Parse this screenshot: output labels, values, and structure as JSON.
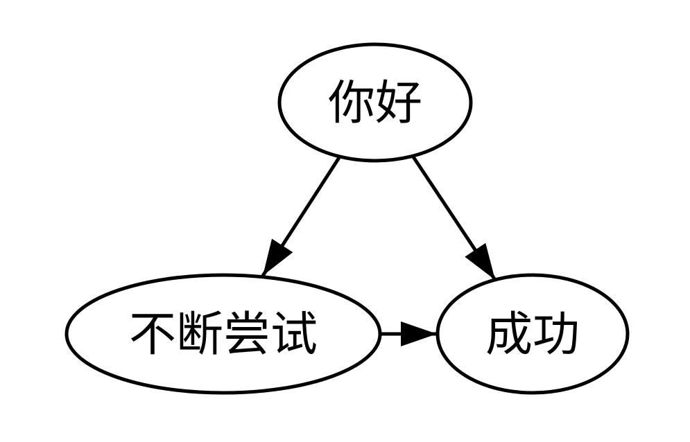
{
  "diagram": {
    "type": "directed-graph",
    "background_color": "#ffffff",
    "node_fill_color": "#ffffff",
    "stroke_color": "#000000",
    "text_color": "#000000",
    "nodes": [
      {
        "id": "hello",
        "label": "你好"
      },
      {
        "id": "keep_trying",
        "label": "不断尝试"
      },
      {
        "id": "success",
        "label": "成功"
      }
    ],
    "edges": [
      {
        "from": "你好",
        "to": "不断尝试"
      },
      {
        "from": "你好",
        "to": "成功"
      },
      {
        "from": "不断尝试",
        "to": "成功"
      }
    ]
  }
}
